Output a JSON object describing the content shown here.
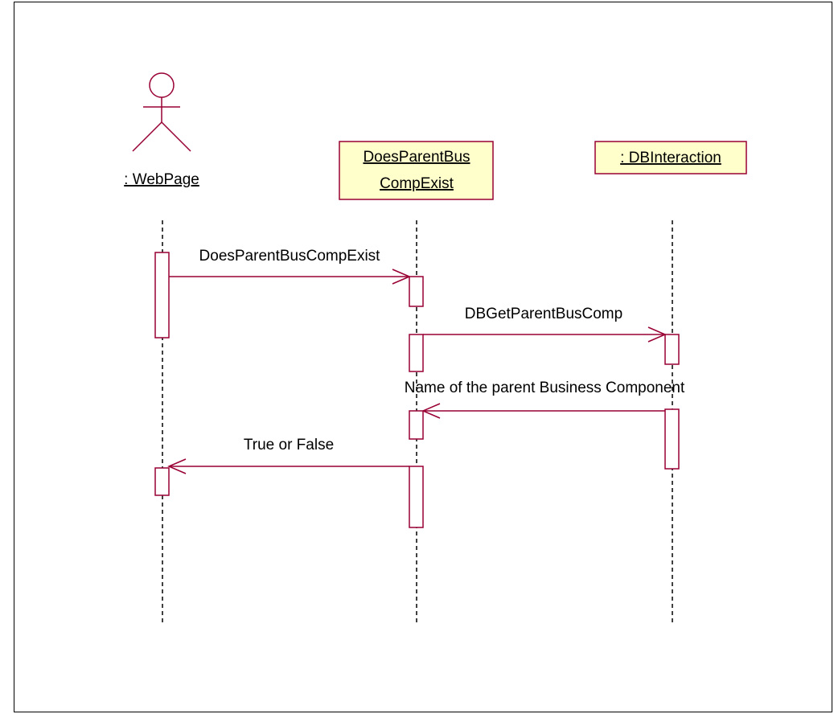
{
  "colors": {
    "line": "#990033",
    "object_fill": "#ffffcc",
    "text": "#000000",
    "frame": "#000000"
  },
  "actor": {
    "name": ": WebPage",
    "icon": "stick-figure-actor-icon"
  },
  "objects": [
    {
      "lines": [
        "DoesParentBus",
        "CompExist"
      ]
    },
    {
      "lines": [
        ": DBInteraction"
      ]
    }
  ],
  "messages": [
    {
      "label": "DoesParentBusCompExist",
      "from": ": WebPage",
      "to": "DoesParentBusCompExist",
      "kind": "call"
    },
    {
      "label": "DBGetParentBusComp",
      "from": "DoesParentBusCompExist",
      "to": ": DBInteraction",
      "kind": "call"
    },
    {
      "label": "Name of the parent Business Component",
      "from": ": DBInteraction",
      "to": "DoesParentBusCompExist",
      "kind": "return"
    },
    {
      "label": "True or False",
      "from": "DoesParentBusCompExist",
      "to": ": WebPage",
      "kind": "return"
    }
  ]
}
